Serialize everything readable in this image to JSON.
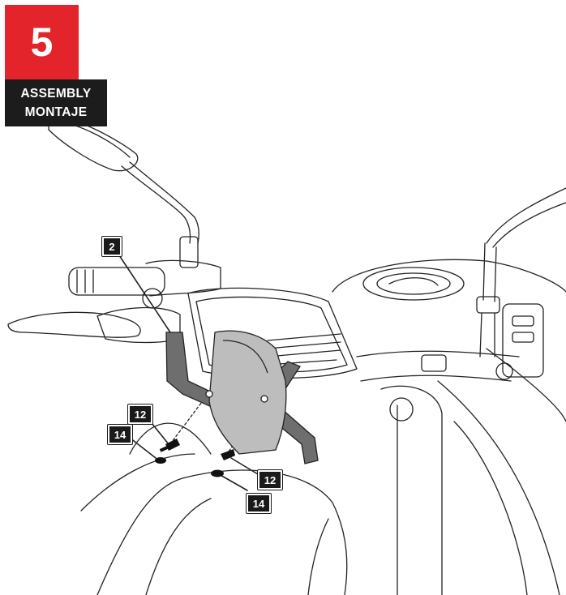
{
  "step": {
    "number": "5",
    "title_en": "ASSEMBLY",
    "title_es": "MONTAJE"
  },
  "callouts": {
    "part_2": "2",
    "screw_12_left": "12",
    "washer_14_left": "14",
    "screw_12_right": "12",
    "washer_14_right": "14"
  },
  "colors": {
    "badge_red": "#e3242b",
    "label_black": "#1c1c1c",
    "part_gray": "#6e6e6e"
  }
}
